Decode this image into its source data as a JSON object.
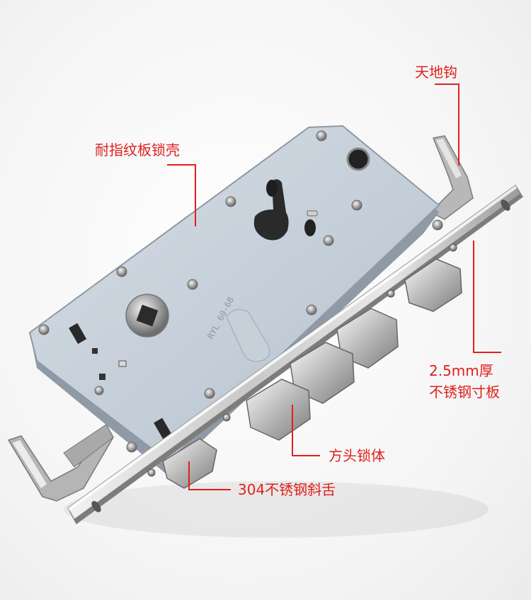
{
  "labels": {
    "tiandigou": "天地钩",
    "shell": "耐指纹板锁壳",
    "plate_line1": "2.5mm厚",
    "plate_line2": "不锈钢寸板",
    "square_bolt": "方头锁体",
    "latch": "304不锈钢斜舌"
  },
  "engraving": "RYL 60-68",
  "colors": {
    "callout": "#e0201c",
    "lock_body": "#c9d3dc",
    "steel": "#d9d9d9"
  }
}
